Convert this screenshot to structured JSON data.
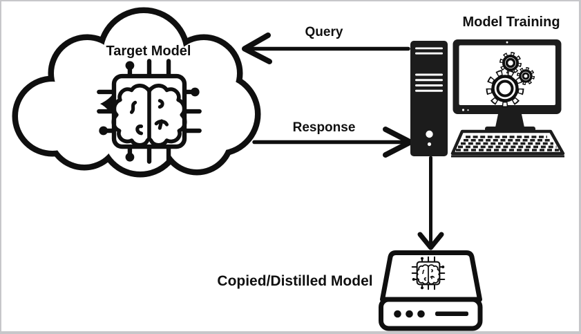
{
  "diagram": {
    "type": "flow-diagram",
    "topic": "model extraction / distillation",
    "nodes": [
      {
        "id": "target-model",
        "label": "Target Model",
        "shape": "cloud",
        "icon": "ai-chip-brain-icon"
      },
      {
        "id": "model-training",
        "label": "Model Training",
        "shape": "desktop-computer",
        "icon": "gears-icon"
      },
      {
        "id": "copied-model",
        "label": "Copied/Distilled Model",
        "shape": "storage-device",
        "icon": "ai-chip-brain-icon"
      }
    ],
    "edges": [
      {
        "from": "model-training",
        "to": "target-model",
        "label": "Query",
        "direction": "left"
      },
      {
        "from": "target-model",
        "to": "model-training",
        "label": "Response",
        "direction": "right"
      },
      {
        "from": "model-training",
        "to": "copied-model",
        "label": "",
        "direction": "down"
      }
    ]
  },
  "labels": {
    "target_model": "Target Model",
    "query": "Query",
    "response": "Response",
    "model_training": "Model Training",
    "copied_model": "Copied/Distilled Model"
  },
  "icons": [
    "cloud-shape",
    "ai-chip-brain-icon",
    "query-arrow-icon",
    "response-arrow-icon",
    "down-arrow-icon",
    "desktop-tower-icon",
    "monitor-icon",
    "gears-icon",
    "keyboard-icon",
    "storage-device-icon"
  ],
  "colors": {
    "ink": "#0f0f0f",
    "dark_fill": "#1c1c1c",
    "background": "#ffffff",
    "frame_border": "#c7c7ca"
  }
}
